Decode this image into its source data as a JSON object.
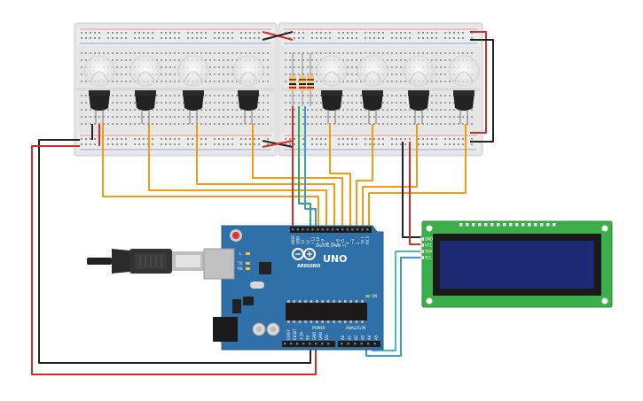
{
  "arduino": {
    "brand": "ARDUINO",
    "model": "UNO",
    "digital_label": "DIGITAL (PWM ~)",
    "power_label": "POWER",
    "analog_label": "ANALOG IN",
    "on_label": "ON",
    "l_label": "L",
    "tx_label": "TX",
    "rx_label": "RX",
    "digital_pins": [
      "AREF",
      "GND",
      "13",
      "12",
      "~11",
      "~10",
      "~9",
      "8",
      "7",
      "~6",
      "~5",
      "4",
      "~3",
      "2",
      "TX 1",
      "RX 0"
    ],
    "power_pins": [
      "IOREF",
      "RESET",
      "3.3V",
      "5V",
      "GND",
      "GND",
      "Vin"
    ],
    "analog_pins": [
      "A0",
      "A1",
      "A2",
      "A3",
      "A4",
      "A5"
    ]
  },
  "lcd": {
    "pins": [
      "GND",
      "VCC",
      "SDA",
      "SCL"
    ]
  },
  "colors": {
    "wire_orange": "#f39c12",
    "wire_red": "#d62b2b",
    "wire_black": "#222222",
    "wire_blue": "#3a9ad9",
    "wire_green": "#2eaa5c",
    "wire_cyan": "#4fb8c9",
    "board_blue": "#2f70a8",
    "lcd_green": "#3cae4a",
    "lcd_screen": "#1b2a73"
  }
}
